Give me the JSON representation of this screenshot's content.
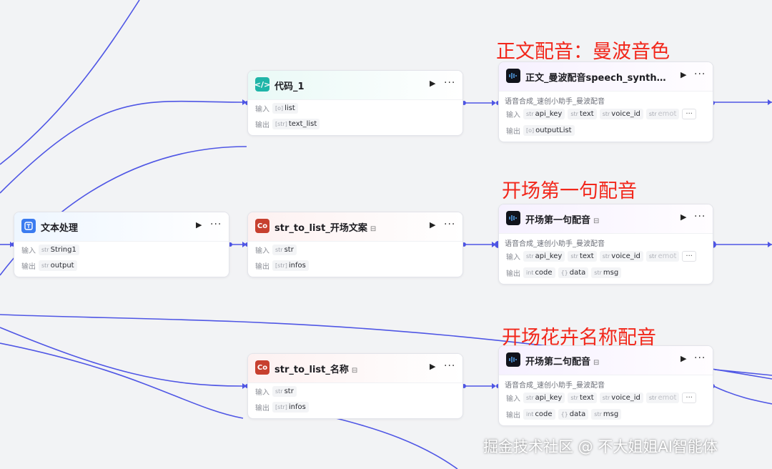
{
  "colors": {
    "edge": "#4f56e5",
    "annotation": "#f2271b"
  },
  "common": {
    "run_icon": "▶",
    "more_icon": "···",
    "input_label": "输入",
    "output_label": "输出"
  },
  "nodes": {
    "text_proc": {
      "title": "文本处理",
      "icon": "text-processing-icon",
      "inputs": [
        {
          "type": "str",
          "name": "String1"
        }
      ],
      "outputs": [
        {
          "type": "str",
          "name": "output"
        }
      ]
    },
    "code1": {
      "title": "代码_1",
      "icon": "code-icon",
      "icon_text": "</>",
      "inputs": [
        {
          "type": "[o]",
          "name": "list"
        }
      ],
      "outputs": [
        {
          "type": "[str]",
          "name": "text_list"
        }
      ]
    },
    "str_open": {
      "title": "str_to_list_开场文案",
      "icon": "plugin-co-icon",
      "icon_text": "Co",
      "inputs": [
        {
          "type": "str",
          "name": "str"
        }
      ],
      "outputs": [
        {
          "type": "[str]",
          "name": "infos"
        }
      ]
    },
    "str_name": {
      "title": "str_to_list_名称",
      "icon": "plugin-co-icon",
      "icon_text": "Co",
      "inputs": [
        {
          "type": "str",
          "name": "str"
        }
      ],
      "outputs": [
        {
          "type": "[str]",
          "name": "infos"
        }
      ]
    },
    "tts_body": {
      "title": "正文_曼波配音speech_synth…",
      "desc": "语音合成_速创小助手_曼波配音",
      "inputs": [
        {
          "type": "str",
          "name": "api_key"
        },
        {
          "type": "str",
          "name": "text"
        },
        {
          "type": "str",
          "name": "voice_id"
        },
        {
          "type": "str",
          "name": "emot"
        }
      ],
      "outputs": [
        {
          "type": "[o]",
          "name": "outputList"
        }
      ]
    },
    "tts_first": {
      "title": "开场第一句配音",
      "desc": "语音合成_速创小助手_曼波配音",
      "inputs": [
        {
          "type": "str",
          "name": "api_key"
        },
        {
          "type": "str",
          "name": "text"
        },
        {
          "type": "str",
          "name": "voice_id"
        },
        {
          "type": "str",
          "name": "emot"
        }
      ],
      "outputs": [
        {
          "type": "int",
          "name": "code"
        },
        {
          "type": "{}",
          "name": "data"
        },
        {
          "type": "str",
          "name": "msg"
        }
      ]
    },
    "tts_second": {
      "title": "开场第二句配音",
      "desc": "语音合成_速创小助手_曼波配音",
      "inputs": [
        {
          "type": "str",
          "name": "api_key"
        },
        {
          "type": "str",
          "name": "text"
        },
        {
          "type": "str",
          "name": "voice_id"
        },
        {
          "type": "str",
          "name": "emot"
        }
      ],
      "outputs": [
        {
          "type": "int",
          "name": "code"
        },
        {
          "type": "{}",
          "name": "data"
        },
        {
          "type": "str",
          "name": "msg"
        }
      ]
    }
  },
  "annotations": {
    "body_voice": "正文配音：曼波音色",
    "first_voice": "开场第一句配音",
    "name_voice": "开场花卉名称配音"
  },
  "watermark": "掘金技术社区 @ 不大姐姐AI智能体"
}
